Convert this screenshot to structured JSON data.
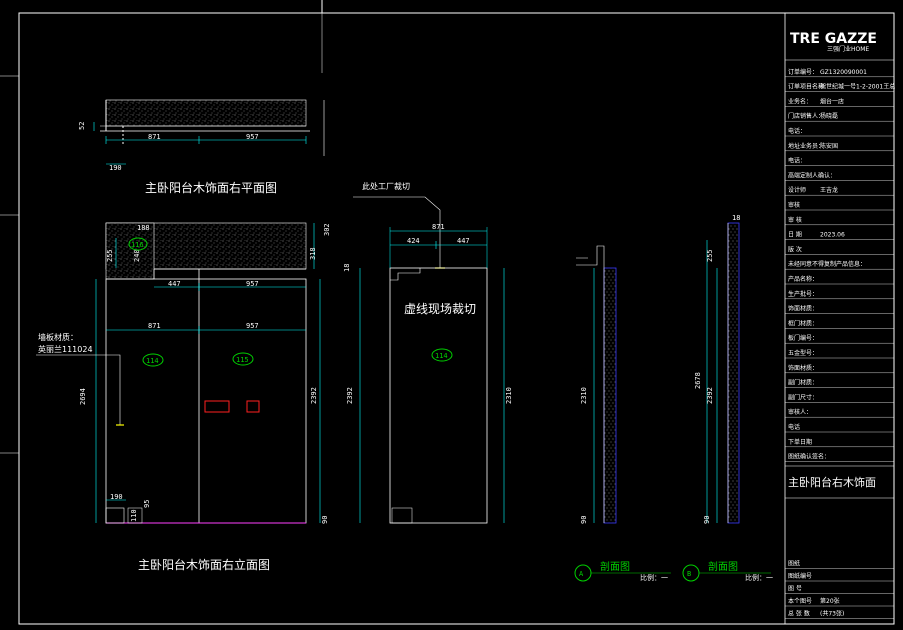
{
  "drawing": {
    "plan_title": "主卧阳台木饰面右平面图",
    "elevation_title": "主卧阳台木饰面右立面图",
    "factory_cut_note": "此处工厂裁切",
    "onsite_cut_note": "虚线现场裁切",
    "material_note_1": "墙板材质：",
    "material_note_2": "英丽兰111024",
    "section_a": {
      "letter": "A",
      "label": "剖面图",
      "scale": "比例：一"
    },
    "section_b": {
      "letter": "B",
      "label": "剖面图",
      "scale": "比例：一"
    },
    "tags": [
      "114",
      "115",
      "114",
      "116"
    ]
  },
  "dims": {
    "plan": [
      "871",
      "957",
      "190",
      "52"
    ],
    "elev_top": [
      "447",
      "957",
      "871",
      "957",
      "188",
      "255",
      "240",
      "318",
      "302"
    ],
    "elev_side": [
      "2694",
      "2392",
      "190",
      "95",
      "110",
      "90"
    ],
    "panel": [
      "871",
      "424",
      "447",
      "2392",
      "2310",
      "18"
    ],
    "sec_a": [
      "2310",
      "90"
    ],
    "sec_b": [
      "18",
      "255",
      "2392",
      "2678",
      "90"
    ]
  },
  "title_block": {
    "logo": "TRE GAZZE",
    "logo_sub": "三强门业HOME",
    "rows": [
      {
        "label": "订单编号：",
        "value": "GZ1320090001"
      },
      {
        "label": "订单项目名称：",
        "value": "新世纪城一号1-2-2001王总"
      },
      {
        "label": "业务名：",
        "value": "烟台一店"
      },
      {
        "label": "门店销售人：",
        "value": "杨晓磊"
      },
      {
        "label": "电话：",
        "value": ""
      },
      {
        "label": "地址业务员：",
        "value": "陈安国"
      },
      {
        "label": "电话：",
        "value": ""
      },
      {
        "label": "高端定制人确认：",
        "value": ""
      },
      {
        "label": "设计师",
        "value": "王吉龙"
      },
      {
        "label": "审核",
        "value": ""
      },
      {
        "label": "审 核",
        "value": ""
      },
      {
        "label": "日 期",
        "value": "2023.06"
      },
      {
        "label": "版 次",
        "value": ""
      },
      {
        "label": "未经同意不得复制产品信息：",
        "value": ""
      },
      {
        "label": "产品名称：",
        "value": ""
      },
      {
        "label": "生产批号：",
        "value": ""
      },
      {
        "label": "饰面材质：",
        "value": ""
      },
      {
        "label": "框门材质：",
        "value": ""
      },
      {
        "label": "板门编号：",
        "value": ""
      },
      {
        "label": "五金型号：",
        "value": ""
      },
      {
        "label": "饰面材质：",
        "value": ""
      },
      {
        "label": "副门材质：",
        "value": ""
      },
      {
        "label": "副门尺寸：",
        "value": ""
      },
      {
        "label": "审核人：",
        "value": ""
      },
      {
        "label": "电话",
        "value": ""
      },
      {
        "label": "下单日期",
        "value": ""
      },
      {
        "label": "图纸确认签名：",
        "value": ""
      }
    ],
    "drawing_name": "主卧阳台右木饰面",
    "bottom": [
      {
        "label": "图纸",
        "value": ""
      },
      {
        "label": "图纸编号",
        "value": ""
      },
      {
        "label": "图 号",
        "value": ""
      },
      {
        "label": "本个图号",
        "value": "第20张"
      },
      {
        "label": "总 张 数",
        "value": "(共73张)"
      }
    ]
  },
  "colors": {
    "line": "#ffffff",
    "dimension": "#00ffff",
    "tag": "#00d000",
    "blue": "#3a3aff",
    "red": "#ff2020",
    "magenta": "#ff40ff",
    "yellow": "#ffff00"
  }
}
